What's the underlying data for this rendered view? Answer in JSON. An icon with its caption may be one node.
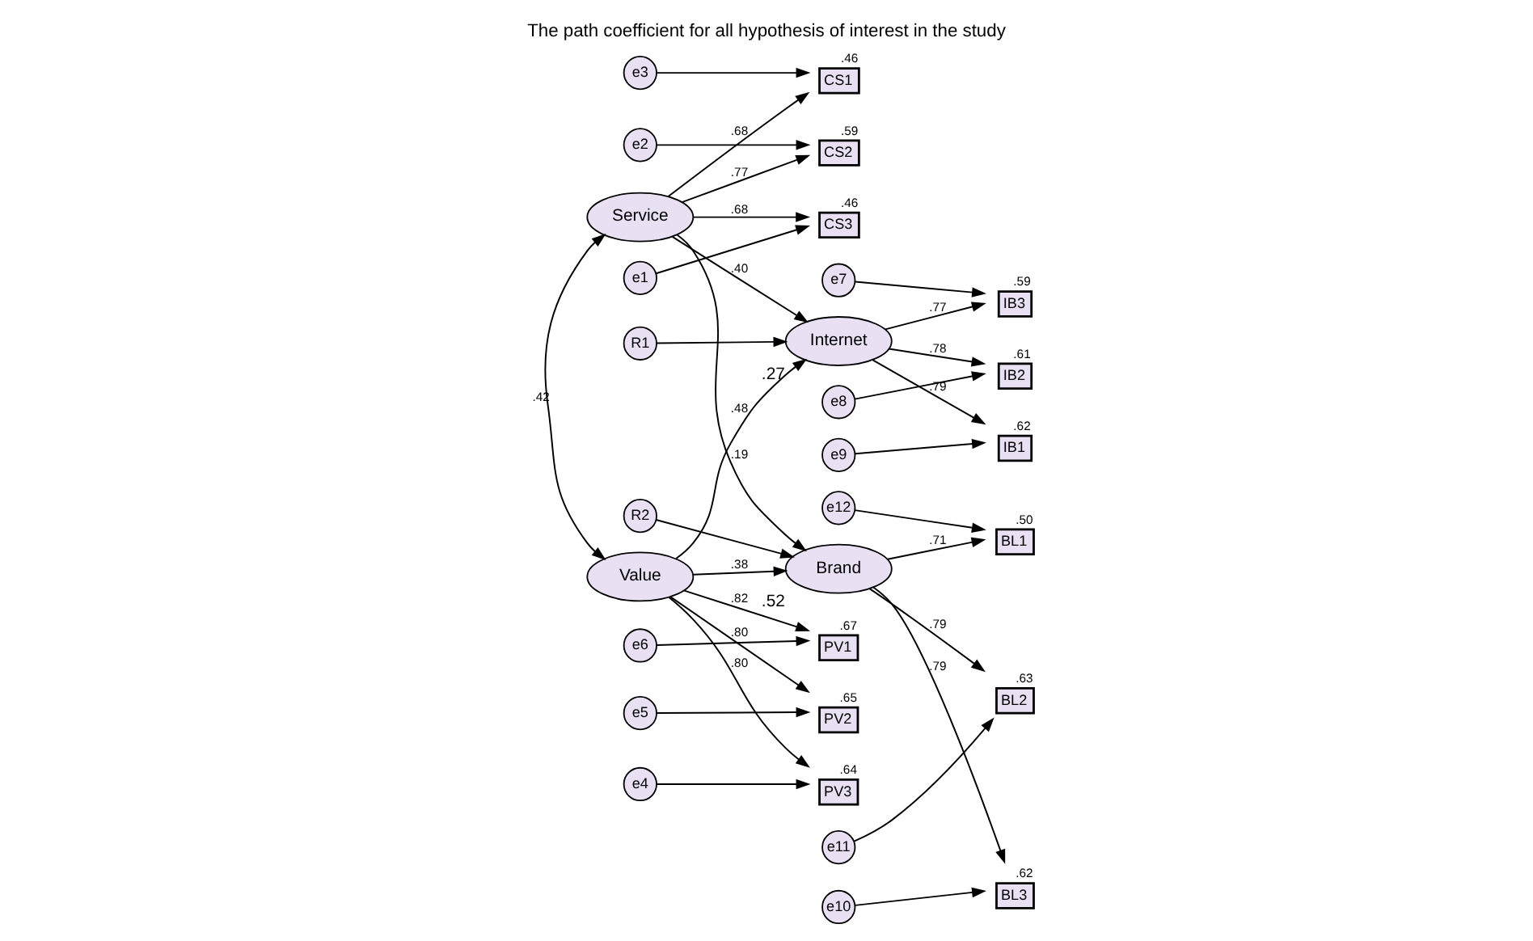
{
  "diagram": {
    "title": "The path coefficient for all hypothesis of interest in the study",
    "nodes": [
      {
        "text": [
          "e3"
        ]
      },
      {
        "text": [
          "CS1"
        ],
        "beside": [
          ".46"
        ]
      },
      {
        "text": [
          "e2"
        ]
      },
      {
        "text": [
          "CS2"
        ],
        "beside": [
          ".59"
        ]
      },
      {
        "text": [
          "e1"
        ]
      },
      {
        "text": [
          "CS3"
        ],
        "beside": [
          ".46"
        ]
      },
      {
        "text": [
          "Service"
        ]
      },
      {
        "text": [
          "R1"
        ]
      },
      {
        "text": [
          "Internet"
        ],
        "beside": [
          ".27"
        ]
      },
      {
        "text": [
          "IB3"
        ],
        "beside": [
          ".59"
        ]
      },
      {
        "text": [
          "e7"
        ]
      },
      {
        "text": [
          "IB2"
        ],
        "beside": [
          ".61"
        ]
      },
      {
        "text": [
          "e8"
        ]
      },
      {
        "text": [
          "IB1"
        ],
        "beside": [
          ".62"
        ]
      },
      {
        "text": [
          "e9"
        ]
      },
      {
        "text": [
          "e6"
        ]
      },
      {
        "text": [
          "PV1"
        ],
        "beside": [
          ".67"
        ]
      },
      {
        "text": [
          "e5"
        ]
      },
      {
        "text": [
          "PV2"
        ],
        "beside": [
          ".65"
        ]
      },
      {
        "text": [
          "e4"
        ]
      },
      {
        "text": [
          "PV3"
        ],
        "beside": [
          ".64"
        ]
      },
      {
        "text": [
          "Value"
        ]
      },
      {
        "text": [
          "R2"
        ]
      },
      {
        "text": [
          "Brand"
        ],
        "beside": [
          ".52"
        ]
      },
      {
        "text": [
          "BL1"
        ],
        "beside": [
          ".50"
        ]
      },
      {
        "text": [
          "BL2"
        ],
        "beside": [
          ".63"
        ]
      },
      {
        "text": [
          "BL3"
        ],
        "beside": [
          ".62"
        ]
      },
      {
        "text": [
          "e12"
        ]
      },
      {
        "text": [
          "e11"
        ]
      },
      {
        "text": [
          "e10"
        ]
      }
    ],
    "edges": [
      {
        "from": 0,
        "to": 1,
        "arrow": "to"
      },
      {
        "from": 2,
        "to": 3,
        "arrow": "to"
      },
      {
        "from": 4,
        "to": 5,
        "arrow": "to"
      },
      {
        "from": 6,
        "to": 1,
        "arrow": "to",
        "label": ".68"
      },
      {
        "from": 6,
        "to": 3,
        "arrow": "to",
        "label": ".77"
      },
      {
        "from": 6,
        "to": 5,
        "arrow": "to",
        "label": ".68"
      },
      {
        "from": 6,
        "to": 8,
        "arrow": "to",
        "label": ".40"
      },
      {
        "from": 6,
        "to": 23,
        "arrow": "to",
        "label": ".19"
      },
      {
        "from": 6,
        "to": 21,
        "arrow": "both",
        "label": ".42"
      },
      {
        "from": 7,
        "to": 8,
        "arrow": "to"
      },
      {
        "from": 8,
        "to": 9,
        "arrow": "to",
        "label": ".77"
      },
      {
        "from": 8,
        "to": 11,
        "arrow": "to",
        "label": ".78"
      },
      {
        "from": 8,
        "to": 13,
        "arrow": "to",
        "label": ".79"
      },
      {
        "from": 10,
        "to": 9,
        "arrow": "to"
      },
      {
        "from": 12,
        "to": 11,
        "arrow": "to"
      },
      {
        "from": 14,
        "to": 13,
        "arrow": "to"
      },
      {
        "from": 15,
        "to": 16,
        "arrow": "to"
      },
      {
        "from": 17,
        "to": 18,
        "arrow": "to"
      },
      {
        "from": 19,
        "to": 20,
        "arrow": "to"
      },
      {
        "from": 21,
        "to": 16,
        "arrow": "to",
        "label": ".82"
      },
      {
        "from": 21,
        "to": 18,
        "arrow": "to",
        "label": ".80"
      },
      {
        "from": 21,
        "to": 20,
        "arrow": "to",
        "label": ".80"
      },
      {
        "from": 21,
        "to": 8,
        "arrow": "to",
        "label": ".48"
      },
      {
        "from": 21,
        "to": 23,
        "arrow": "to",
        "label": ".38"
      },
      {
        "from": 22,
        "to": 23,
        "arrow": "to"
      },
      {
        "from": 23,
        "to": 24,
        "arrow": "to",
        "label": ".71"
      },
      {
        "from": 23,
        "to": 25,
        "arrow": "to",
        "label": ".79"
      },
      {
        "from": 23,
        "to": 26,
        "arrow": "to",
        "label": ".79"
      },
      {
        "from": 27,
        "to": 24,
        "arrow": "to"
      },
      {
        "from": 28,
        "to": 25,
        "arrow": "to"
      },
      {
        "from": 29,
        "to": 26,
        "arrow": "to"
      }
    ]
  }
}
